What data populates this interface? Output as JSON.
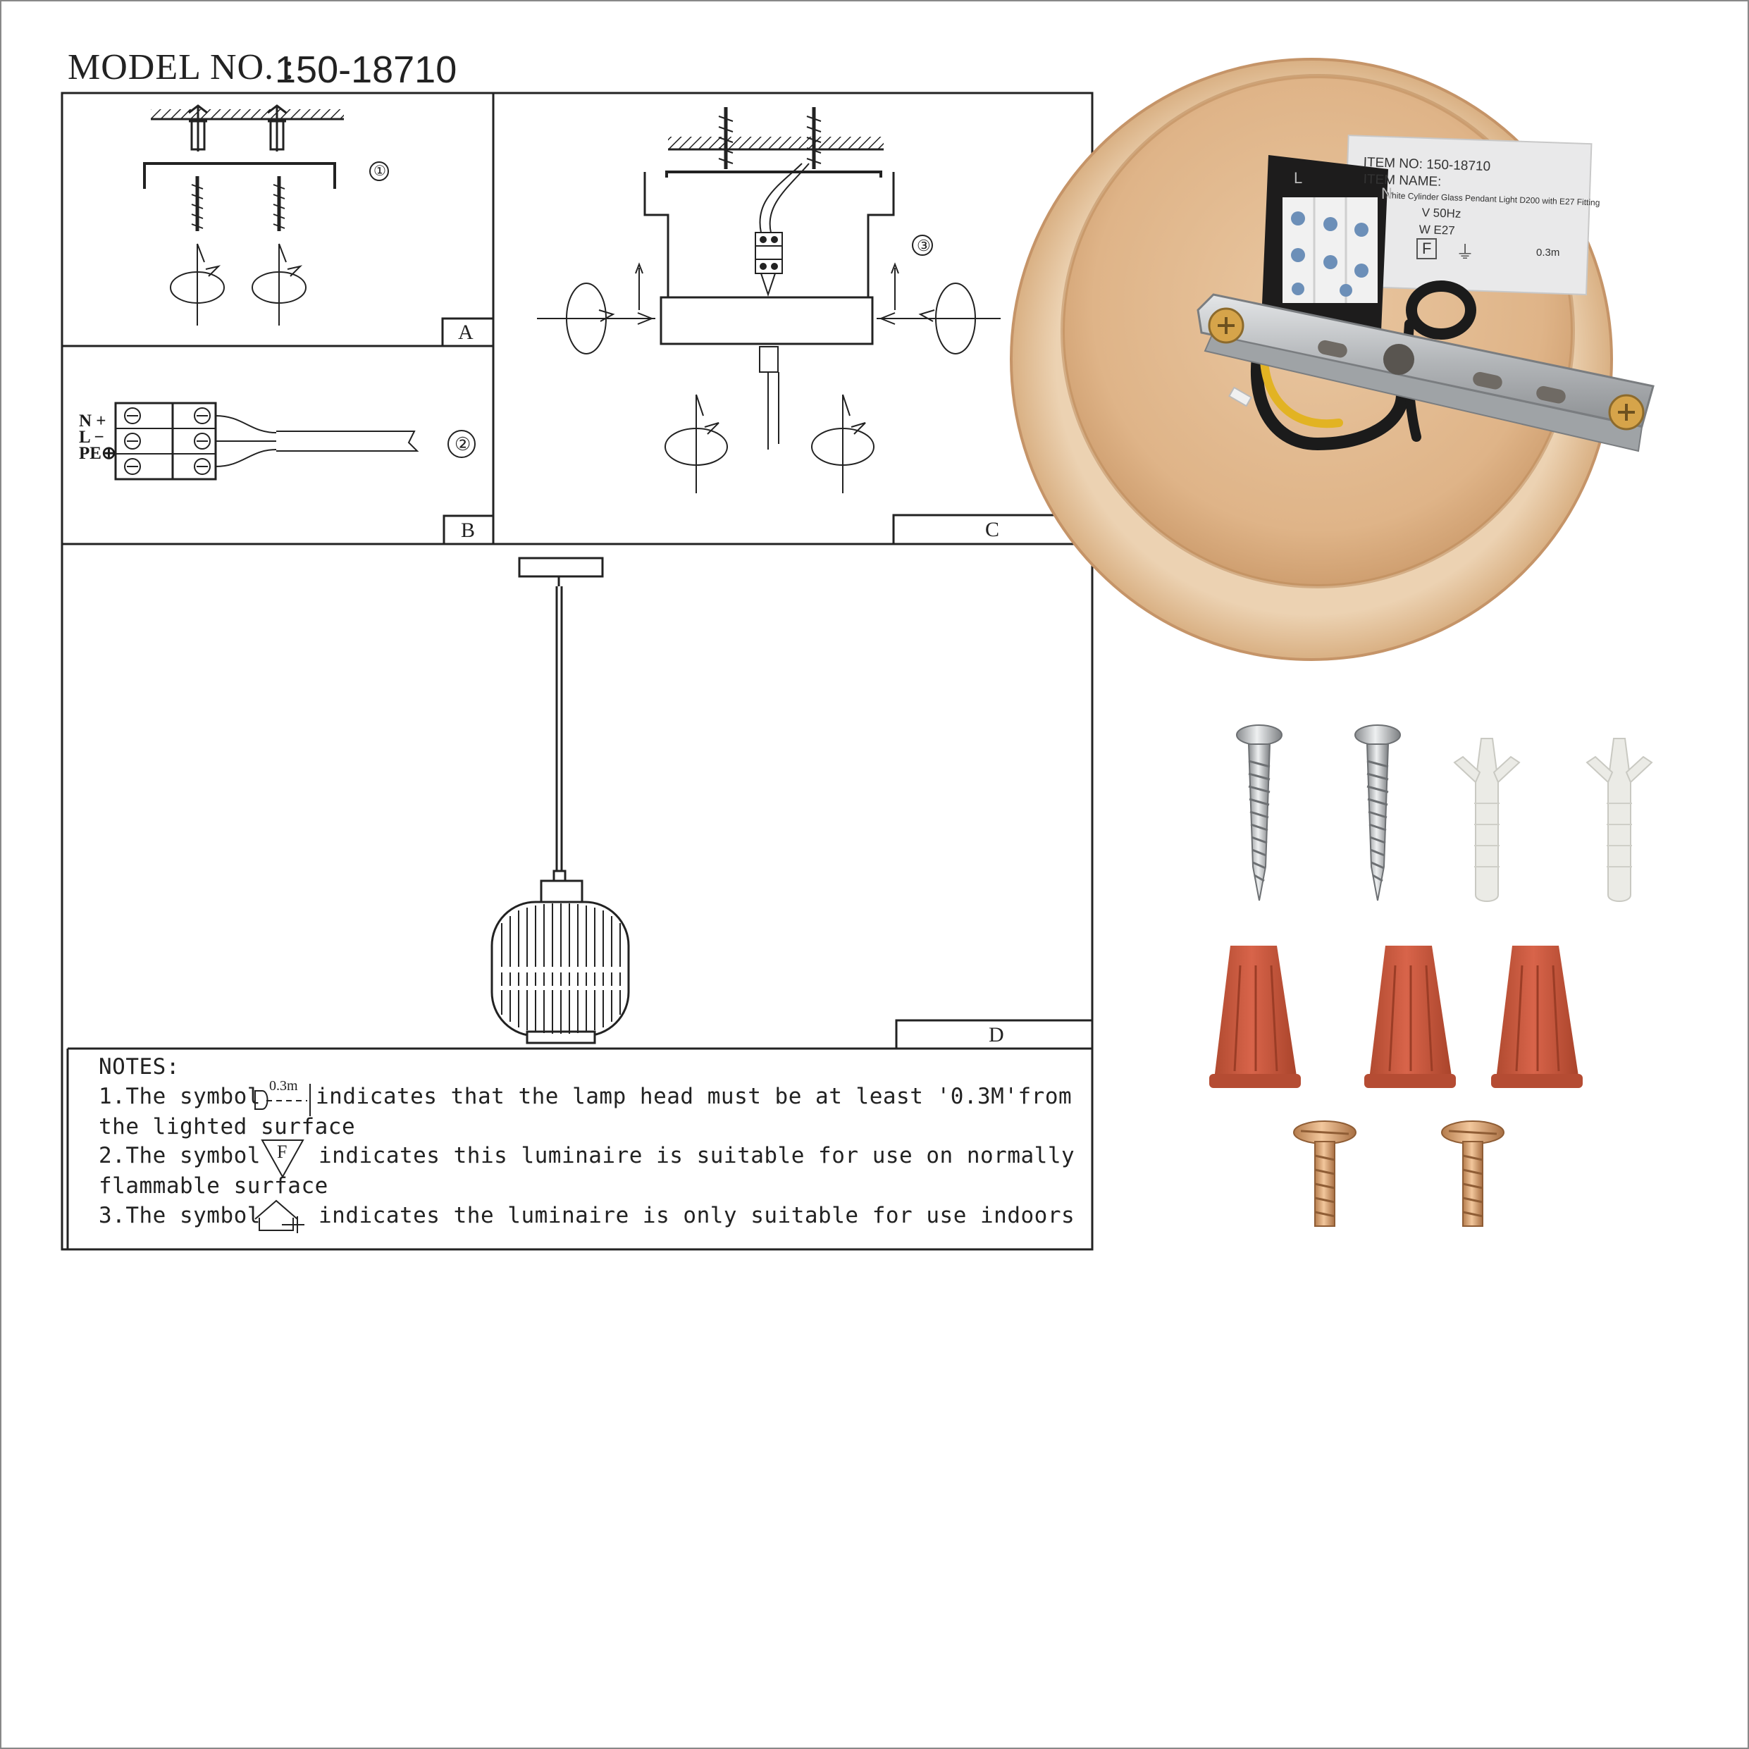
{
  "header": {
    "model_label": "MODEL NO. :",
    "model_number": "150-18710"
  },
  "panels": {
    "a": {
      "letter": "A",
      "step": "①"
    },
    "b": {
      "letter": "B",
      "step": "②",
      "terminal_labels": [
        "N +",
        "L −",
        "PE⊕"
      ]
    },
    "c": {
      "letter": "C",
      "step": "③"
    },
    "d": {
      "letter": "D"
    }
  },
  "notes": {
    "title": "NOTES:",
    "note1_prefix": "1.The symbol",
    "note1_symbol": "0.3m",
    "note1_suffix": "indicates that the lamp head must be at least '0.3M'from",
    "note1_cont": "the lighted surface",
    "note2_prefix": "2.The symbol",
    "note2_symbol": "F",
    "note2_suffix": "indicates this luminaire is suitable for use on normally",
    "note2_cont": "flammable surface",
    "note3_prefix": "3.The symbol",
    "note3_suffix": "indicates the luminaire is only suitable for use indoors"
  },
  "product_label": {
    "item_no": "ITEM NO: 150-18710",
    "item_name": "ITEM NAME:",
    "item_desc": "White Cylinder Glass Pendant Light D200 with E27 Fitting",
    "voltage": "V 50Hz",
    "bulb": "W E27",
    "f_symbol": "F",
    "distance": "0.3m",
    "terminal_letters": [
      "L",
      "N"
    ]
  },
  "colors": {
    "wood": "#e6c199",
    "wire_nut": "#c95438",
    "metal": "#b9bcbf",
    "anchor": "#ebebe6",
    "brass": "#d8a474"
  }
}
